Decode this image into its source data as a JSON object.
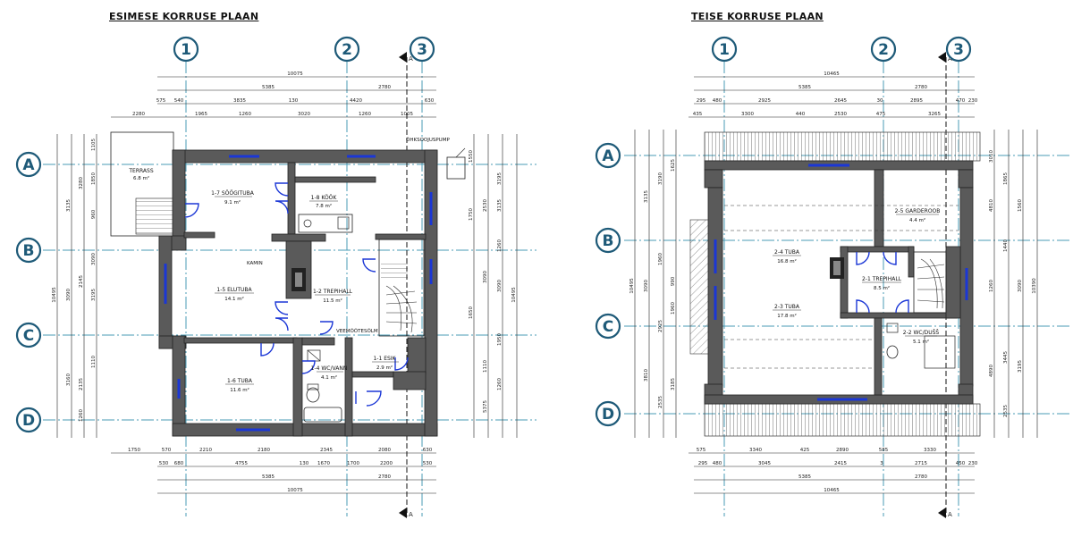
{
  "plans": {
    "first": {
      "title": "ESIMESE KORRUSE PLAAN",
      "axes_top": [
        "1",
        "2",
        "3"
      ],
      "axes_side": [
        "A",
        "B",
        "C",
        "D"
      ],
      "rooms": [
        {
          "name": "TERRASS",
          "area": "6.8 m²"
        },
        {
          "name": "1-7 SÖÖGITUBA",
          "area": "9.1 m²"
        },
        {
          "name": "1-8 KÖÖK",
          "area": "7.8 m²"
        },
        {
          "name": "KAMIN",
          "area": ""
        },
        {
          "name": "1-5 ELUTUBA",
          "area": "14.1 m²"
        },
        {
          "name": "1-2 TREPIHALL",
          "area": "11.5 m²"
        },
        {
          "name": "1-6 TUBA",
          "area": "11.6 m²"
        },
        {
          "name": "1-4 WC/VANN",
          "area": "4.1 m²"
        },
        {
          "name": "1-1 ESIK",
          "area": "2.9 m²"
        },
        {
          "name": "VEEMÕÕTESÕLM",
          "area": ""
        }
      ],
      "note": "ÕHKSOOJUSPUMP",
      "section_mark": "A",
      "dims_top": [
        "10075",
        "5385",
        "2780",
        "575",
        "540",
        "3835",
        "130",
        "4420",
        "630",
        "2280",
        "1965",
        "1260",
        "3020",
        "1260",
        "1005"
      ],
      "dims_bottom": [
        "1750",
        "570",
        "2210",
        "2180",
        "2345",
        "2080",
        "630",
        "530",
        "680",
        "4755",
        "130",
        "1670",
        "1700",
        "2200",
        "530",
        "5385",
        "2780",
        "10075"
      ],
      "dims_left": [
        "10495",
        "3135",
        "3090",
        "3160",
        "3280",
        "2145",
        "2135",
        "1260",
        "3195",
        "960",
        "1850",
        "1110",
        "3090",
        "1105"
      ],
      "dims_right": [
        "1550",
        "1750",
        "1650",
        "2530",
        "3090",
        "1110",
        "5375",
        "3195",
        "1950",
        "3090",
        "10495",
        "1260",
        "1260",
        "3135"
      ]
    },
    "second": {
      "title": "TEISE KORRUSE PLAAN",
      "axes_top": [
        "1",
        "2",
        "3"
      ],
      "axes_side": [
        "A",
        "B",
        "C",
        "D"
      ],
      "rooms": [
        {
          "name": "2-5 GARDEROOB",
          "area": "4.4 m²"
        },
        {
          "name": "2-4 TUBA",
          "area": "16.8 m²"
        },
        {
          "name": "2-1 TREPIHALL",
          "area": "8.5 m²"
        },
        {
          "name": "2-3 TUBA",
          "area": "17.8 m²"
        },
        {
          "name": "2-2 WC/DUŠŠ",
          "area": "5.1 m²"
        }
      ],
      "section_mark": "A",
      "dims_top": [
        "10465",
        "5385",
        "2780",
        "295",
        "480",
        "2925",
        "2645",
        "30",
        "2895",
        "470",
        "230",
        "435",
        "3300",
        "440",
        "2530",
        "475",
        "3265"
      ],
      "dims_bottom": [
        "575",
        "3340",
        "425",
        "2890",
        "585",
        "3330",
        "295",
        "480",
        "3045",
        "2415",
        "3",
        "2715",
        "450",
        "230",
        "5385",
        "2780",
        "10465"
      ],
      "dims_left": [
        "10495",
        "3135",
        "3090",
        "3190",
        "2925",
        "1960",
        "3810",
        "2535",
        "3185",
        "1960",
        "990",
        "1625"
      ],
      "dims_right": [
        "3010",
        "4810",
        "1865",
        "1260",
        "1440",
        "3090",
        "4890",
        "3445",
        "10390",
        "2535",
        "1560",
        "3195"
      ]
    }
  },
  "colors": {
    "accent": "#1e5a78",
    "grid": "#4a9bb5",
    "window": "#1b37d6",
    "wall": "#5a5a5a"
  }
}
